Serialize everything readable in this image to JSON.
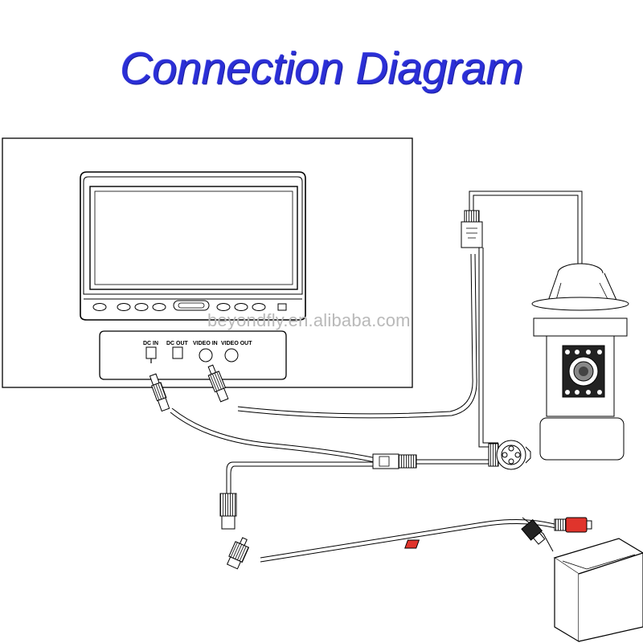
{
  "title": "Connection Diagram",
  "watermark": "beyondfly.en.alibaba.com",
  "ports": {
    "dc_in": "DC IN",
    "dc_out": "DC OUT",
    "video_in": "VIDEO IN",
    "video_out": "VIDEO OUT"
  },
  "colors": {
    "title": "#2b2fd6",
    "watermark": "#b9b9b9",
    "red_connector": "#e0342c",
    "line": "#000000"
  },
  "icons": [
    "monitor-icon",
    "camera-icon",
    "battery-icon",
    "rca-plug-icon",
    "dc-plug-icon"
  ]
}
